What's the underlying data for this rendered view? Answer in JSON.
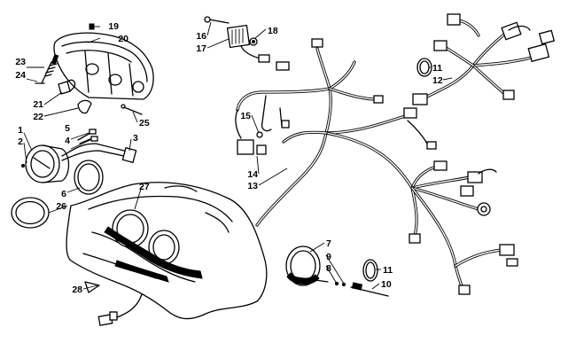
{
  "callouts": [
    {
      "id": "c1",
      "text": "1"
    },
    {
      "id": "c2",
      "text": "2"
    },
    {
      "id": "c3",
      "text": "3"
    },
    {
      "id": "c4",
      "text": "4"
    },
    {
      "id": "c5",
      "text": "5"
    },
    {
      "id": "c6",
      "text": "6"
    },
    {
      "id": "c7",
      "text": "7"
    },
    {
      "id": "c8",
      "text": "8"
    },
    {
      "id": "c9",
      "text": "9"
    },
    {
      "id": "c10",
      "text": "10"
    },
    {
      "id": "c11a",
      "text": "11"
    },
    {
      "id": "c11b",
      "text": "11"
    },
    {
      "id": "c12",
      "text": "12"
    },
    {
      "id": "c13",
      "text": "13"
    },
    {
      "id": "c14",
      "text": "14"
    },
    {
      "id": "c15",
      "text": "15"
    },
    {
      "id": "c16",
      "text": "16"
    },
    {
      "id": "c17",
      "text": "17"
    },
    {
      "id": "c18",
      "text": "18"
    },
    {
      "id": "c19",
      "text": "19"
    },
    {
      "id": "c20",
      "text": "20"
    },
    {
      "id": "c21",
      "text": "21"
    },
    {
      "id": "c22",
      "text": "22"
    },
    {
      "id": "c23",
      "text": "23"
    },
    {
      "id": "c24",
      "text": "24"
    },
    {
      "id": "c25",
      "text": "25"
    },
    {
      "id": "c26",
      "text": "26"
    },
    {
      "id": "c27",
      "text": "27"
    },
    {
      "id": "c28",
      "text": "28"
    }
  ]
}
